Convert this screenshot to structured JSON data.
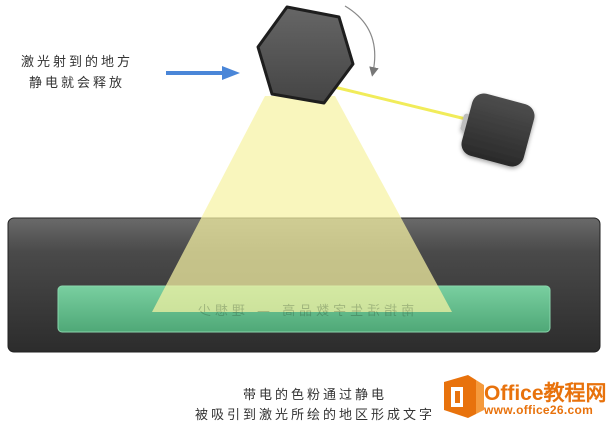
{
  "captions": {
    "laser_line1": "激光射到的地方",
    "laser_line2": "静电就会释放",
    "toner_line1": "带电的色粉通过静电",
    "toner_line2": "被吸引到激光所绘的地区形成文字"
  },
  "drum": {
    "mirrored_text": "南指活生字数品高 — 理想少"
  },
  "logo": {
    "brand": "Office教程网",
    "url": "www.office26.com"
  },
  "colors": {
    "arrow": "#4a86d8",
    "laser_beam": "#f1ec5a",
    "light_cone": "#f7f5b4",
    "hexagon": "#555555",
    "laser_box": "#3a3a3a",
    "drum_body": "#3e3e3e",
    "toner_bar": "#5fb889",
    "logo_orange": "#e8720c"
  },
  "icons": [
    "rotation-arrow-icon",
    "office-logo-icon"
  ]
}
